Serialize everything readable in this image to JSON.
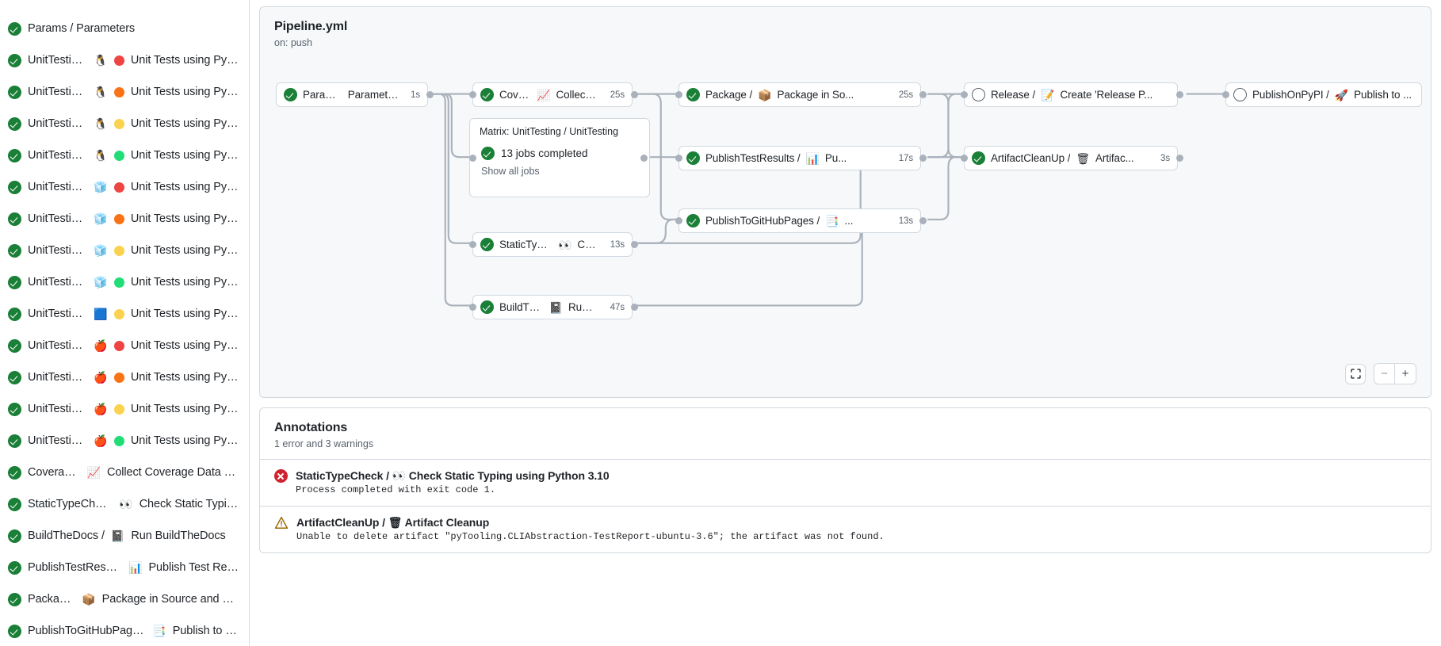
{
  "sidebar": {
    "jobs": [
      {
        "status": "success",
        "name": "Params / Parameters",
        "emoji": "",
        "dot": ""
      },
      {
        "status": "success",
        "name": "UnitTesting / ",
        "emoji": "🐧",
        "dot": "#ef4444",
        "suffix": "Unit Tests using Pyth..."
      },
      {
        "status": "success",
        "name": "UnitTesting / ",
        "emoji": "🐧",
        "dot": "#f97316",
        "suffix": "Unit Tests using Pyth..."
      },
      {
        "status": "success",
        "name": "UnitTesting / ",
        "emoji": "🐧",
        "dot": "#fbd24e",
        "suffix": "Unit Tests using Pyth..."
      },
      {
        "status": "success",
        "name": "UnitTesting / ",
        "emoji": "🐧",
        "dot": "#22dd77",
        "suffix": "Unit Tests using Pyth..."
      },
      {
        "status": "success",
        "name": "UnitTesting / ",
        "emoji": "🧊",
        "dot": "#ef4444",
        "suffix": "Unit Tests using Pyth..."
      },
      {
        "status": "success",
        "name": "UnitTesting / ",
        "emoji": "🧊",
        "dot": "#f97316",
        "suffix": "Unit Tests using Pyth..."
      },
      {
        "status": "success",
        "name": "UnitTesting / ",
        "emoji": "🧊",
        "dot": "#fbd24e",
        "suffix": "Unit Tests using Pyth..."
      },
      {
        "status": "success",
        "name": "UnitTesting / ",
        "emoji": "🧊",
        "dot": "#22dd77",
        "suffix": "Unit Tests using Pyth..."
      },
      {
        "status": "success",
        "name": "UnitTesting / ",
        "emoji": "🟦",
        "dot": "#fbd24e",
        "suffix": "Unit Tests using Pyth..."
      },
      {
        "status": "success",
        "name": "UnitTesting / ",
        "emoji": "🍎",
        "dot": "#ef4444",
        "suffix": "Unit Tests using Pyth..."
      },
      {
        "status": "success",
        "name": "UnitTesting / ",
        "emoji": "🍎",
        "dot": "#f97316",
        "suffix": "Unit Tests using Pyth..."
      },
      {
        "status": "success",
        "name": "UnitTesting / ",
        "emoji": "🍎",
        "dot": "#fbd24e",
        "suffix": "Unit Tests using Pyth..."
      },
      {
        "status": "success",
        "name": "UnitTesting / ",
        "emoji": "🍎",
        "dot": "#22dd77",
        "suffix": "Unit Tests using Pyth..."
      },
      {
        "status": "success",
        "name": "Coverage / ",
        "emoji": "📈",
        "dot": "",
        "suffix": "Collect Coverage Data usi..."
      },
      {
        "status": "success",
        "name": "StaticTypeCheck / ",
        "emoji": "👀",
        "dot": "",
        "suffix": "Check Static Typing..."
      },
      {
        "status": "success",
        "name": "BuildTheDocs / ",
        "emoji": "📓",
        "dot": "",
        "suffix": "Run BuildTheDocs"
      },
      {
        "status": "success",
        "name": "PublishTestResults / ",
        "emoji": "📊",
        "dot": "",
        "suffix": "Publish Test Resu..."
      },
      {
        "status": "success",
        "name": "Package / ",
        "emoji": "📦",
        "dot": "",
        "suffix": "Package in Source and Wh..."
      },
      {
        "status": "success",
        "name": "PublishToGitHubPages / ",
        "emoji": "📑",
        "dot": "",
        "suffix": "Publish to G..."
      }
    ]
  },
  "graph": {
    "title": "Pipeline.yml",
    "subtitle": "on: push",
    "nodes": [
      {
        "id": "params",
        "status": "success",
        "prefix": "Params / ",
        "emoji": "",
        "label": "Parameters",
        "time": "1s"
      },
      {
        "id": "coverage",
        "status": "success",
        "prefix": "Coverage / ",
        "emoji": "📈",
        "label": "Collect Cove...",
        "time": "25s"
      },
      {
        "id": "stc",
        "status": "success",
        "prefix": "StaticTypeCheck / ",
        "emoji": "👀",
        "label": "Chec...",
        "time": "13s"
      },
      {
        "id": "docs",
        "status": "success",
        "prefix": "BuildTheDocs / ",
        "emoji": "📓",
        "label": "Run Buil...",
        "time": "47s"
      },
      {
        "id": "package",
        "status": "success",
        "prefix": "Package / ",
        "emoji": "📦",
        "label": "Package in So...",
        "time": "25s"
      },
      {
        "id": "ptr",
        "status": "success",
        "prefix": "PublishTestResults / ",
        "emoji": "📊",
        "label": "Pu...",
        "time": "17s"
      },
      {
        "id": "pghp",
        "status": "success",
        "prefix": "PublishToGitHubPages / ",
        "emoji": "📑",
        "label": "...",
        "time": "13s"
      },
      {
        "id": "release",
        "status": "skipped",
        "prefix": "Release / ",
        "emoji": "📝",
        "label": "Create 'Release P...",
        "time": ""
      },
      {
        "id": "cleanup",
        "status": "success",
        "prefix": "ArtifactCleanUp / ",
        "emoji": "🗑",
        "label": "Artifac...",
        "time": "3s"
      },
      {
        "id": "pypi",
        "status": "skipped",
        "prefix": "PublishOnPyPI / ",
        "emoji": "🚀",
        "label": "Publish to ...",
        "time": ""
      }
    ],
    "matrix": {
      "title": "Matrix: UnitTesting / UnitTesting",
      "status": "success",
      "summary": "13 jobs completed",
      "link": "Show all jobs"
    },
    "controls": {
      "fit": "fit-screen",
      "zoom_out": "−",
      "zoom_in": "+"
    }
  },
  "annotations": {
    "title": "Annotations",
    "summary": "1 error and 3 warnings",
    "items": [
      {
        "severity": "error",
        "heading_prefix": "StaticTypeCheck / ",
        "emoji": "👀",
        "heading_suffix": "Check Static Typing using Python 3.10",
        "detail": "Process completed with exit code 1."
      },
      {
        "severity": "warning",
        "heading_prefix": "ArtifactCleanUp / ",
        "emoji": "🗑",
        "heading_suffix": "Artifact Cleanup",
        "detail": "Unable to delete artifact \"pyTooling.CLIAbstraction-TestReport-ubuntu-3.6\"; the artifact was not found."
      }
    ]
  },
  "colors": {
    "success": "#1a7f37",
    "error": "#cf222e",
    "warning": "#9a6700",
    "border": "#d1d9e0",
    "panel_bg": "#f6f8fa",
    "edge": "#a9b1bb"
  }
}
